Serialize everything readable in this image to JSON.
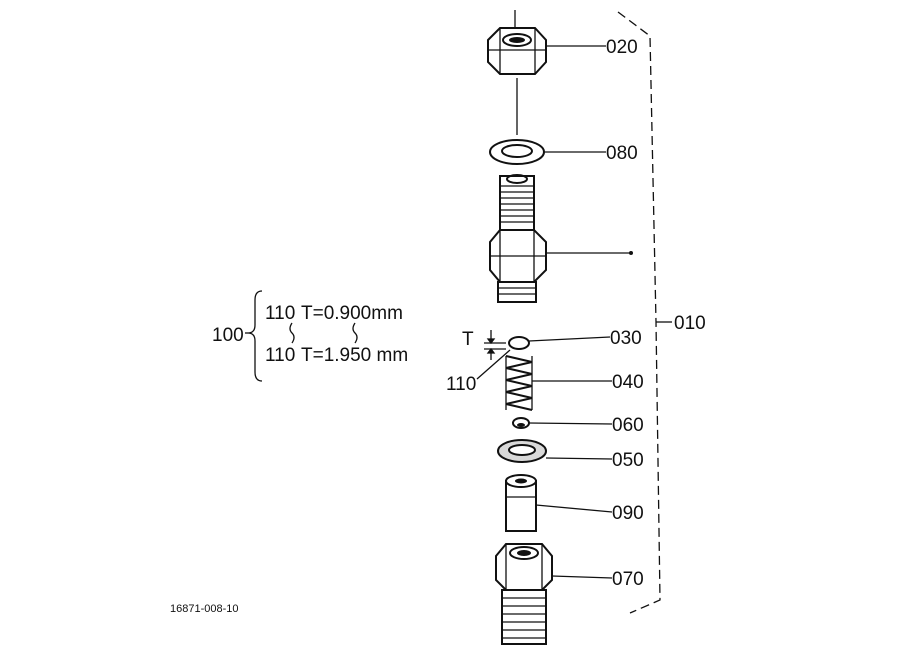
{
  "figure": {
    "code": "16871-008-10"
  },
  "parts": [
    {
      "id": "p020",
      "label": "020"
    },
    {
      "id": "p080",
      "label": "080"
    },
    {
      "id": "p030",
      "label": "030"
    },
    {
      "id": "p040",
      "label": "040"
    },
    {
      "id": "p060",
      "label": "060"
    },
    {
      "id": "p050",
      "label": "050"
    },
    {
      "id": "p090",
      "label": "090"
    },
    {
      "id": "p070",
      "label": "070"
    },
    {
      "id": "p110",
      "label": "110"
    }
  ],
  "assembly": {
    "label": "010"
  },
  "dimension": {
    "label": "T"
  },
  "spec_group": {
    "label": "100",
    "rows": [
      {
        "part": "110",
        "value": "T=0.900mm"
      },
      {
        "part": "110",
        "value": "T=1.950 mm"
      }
    ]
  }
}
